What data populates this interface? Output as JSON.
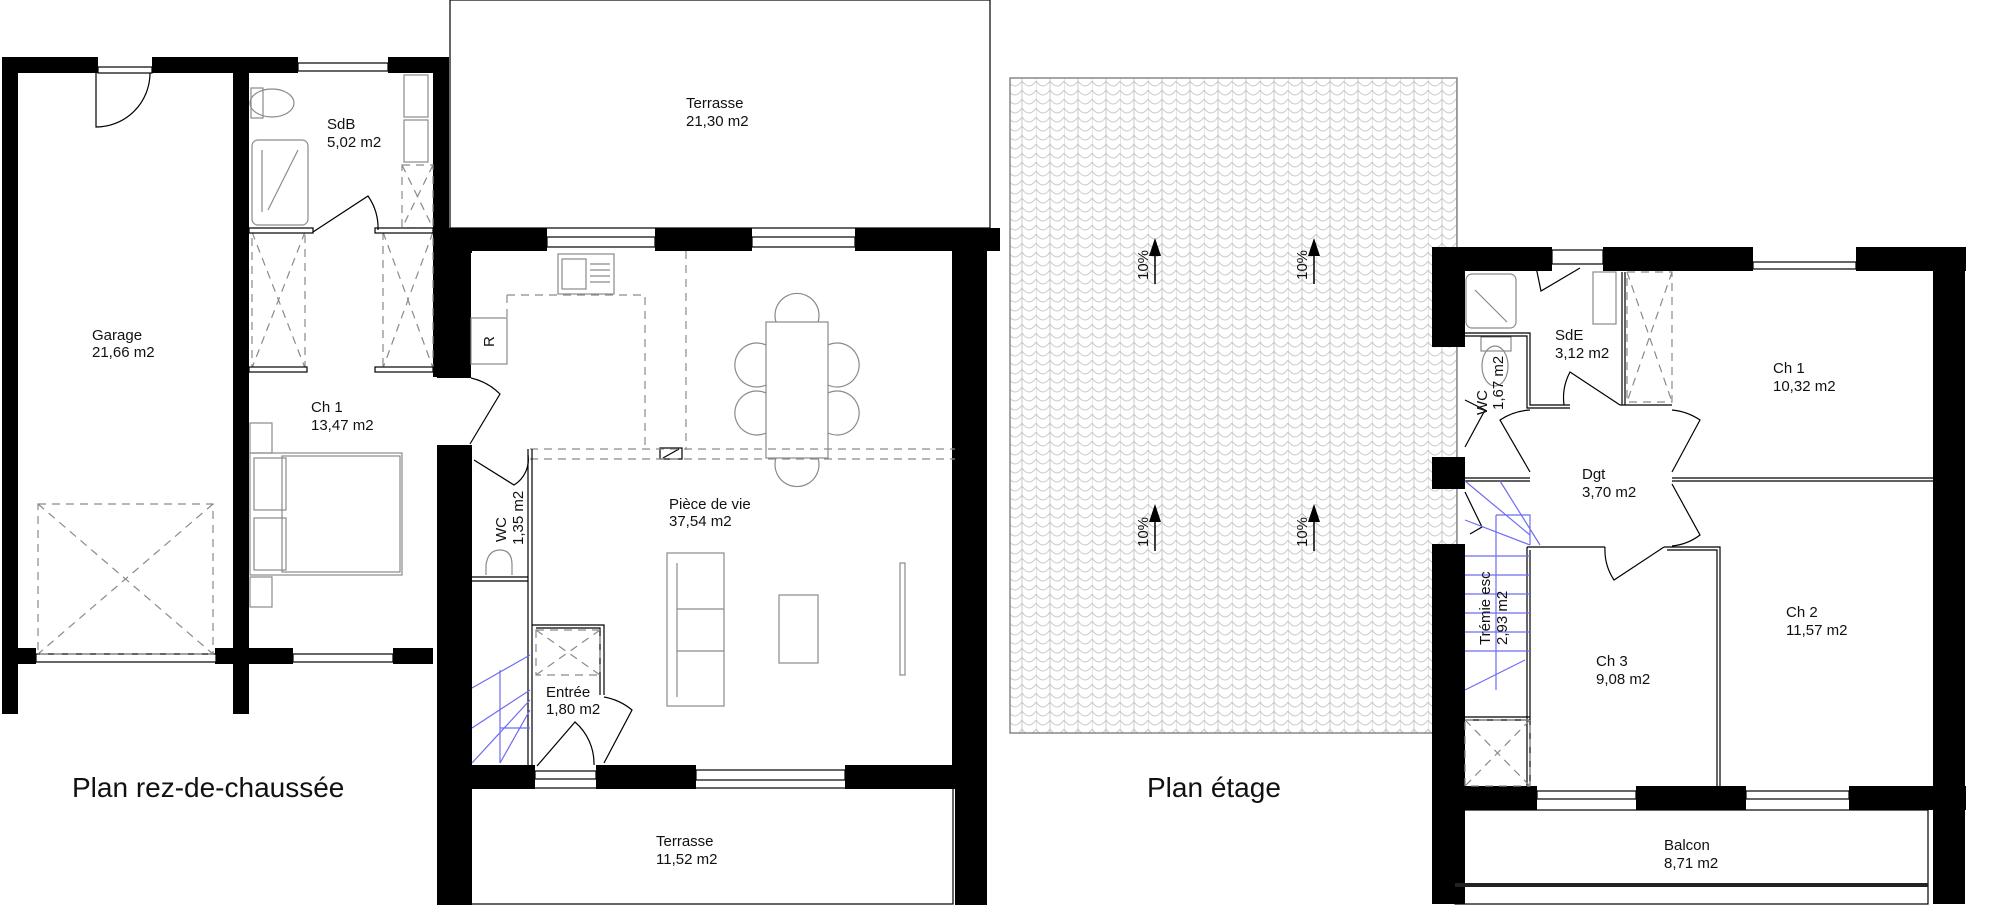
{
  "ground_floor": {
    "title": "Plan rez-de-chaussée",
    "rooms": {
      "garage": {
        "name": "Garage",
        "area": "21,66 m2"
      },
      "sdb": {
        "name": "SdB",
        "area": "5,02 m2"
      },
      "ch1": {
        "name": "Ch 1",
        "area": "13,47 m2"
      },
      "terrasse_nord": {
        "name": "Terrasse",
        "area": "21,30 m2"
      },
      "piece_de_vie": {
        "name": "Pièce de vie",
        "area": "37,54 m2"
      },
      "wc": {
        "name": "WC",
        "area": "1,35 m2"
      },
      "entree": {
        "name": "Entrée",
        "area": "1,80 m2"
      },
      "terrasse_sud": {
        "name": "Terrasse",
        "area": "11,52 m2"
      }
    },
    "fixtures": {
      "fridge_label": "R"
    }
  },
  "roof": {
    "slopes": [
      "10%",
      "10%",
      "10%",
      "10%"
    ],
    "pattern": "roof-tiles"
  },
  "upper_floor": {
    "title": "Plan étage",
    "rooms": {
      "sde": {
        "name": "SdE",
        "area": "3,12 m2"
      },
      "wc": {
        "name": "WC",
        "area": "1,67 m2"
      },
      "ch1": {
        "name": "Ch 1",
        "area": "10,32 m2"
      },
      "dgt": {
        "name": "Dgt",
        "area": "3,70 m2"
      },
      "tremie": {
        "name": "Trémie esc",
        "area": "2,93 m2"
      },
      "ch3": {
        "name": "Ch 3",
        "area": "9,08 m2"
      },
      "ch2": {
        "name": "Ch 2",
        "area": "11,57 m2"
      },
      "balcon": {
        "name": "Balcon",
        "area": "8,71 m2"
      }
    }
  },
  "colors": {
    "wall": "#000000",
    "furniture": "#8a8a8a",
    "stairs": "#6d6df0",
    "roof_tiles": "#c8c8c8"
  }
}
